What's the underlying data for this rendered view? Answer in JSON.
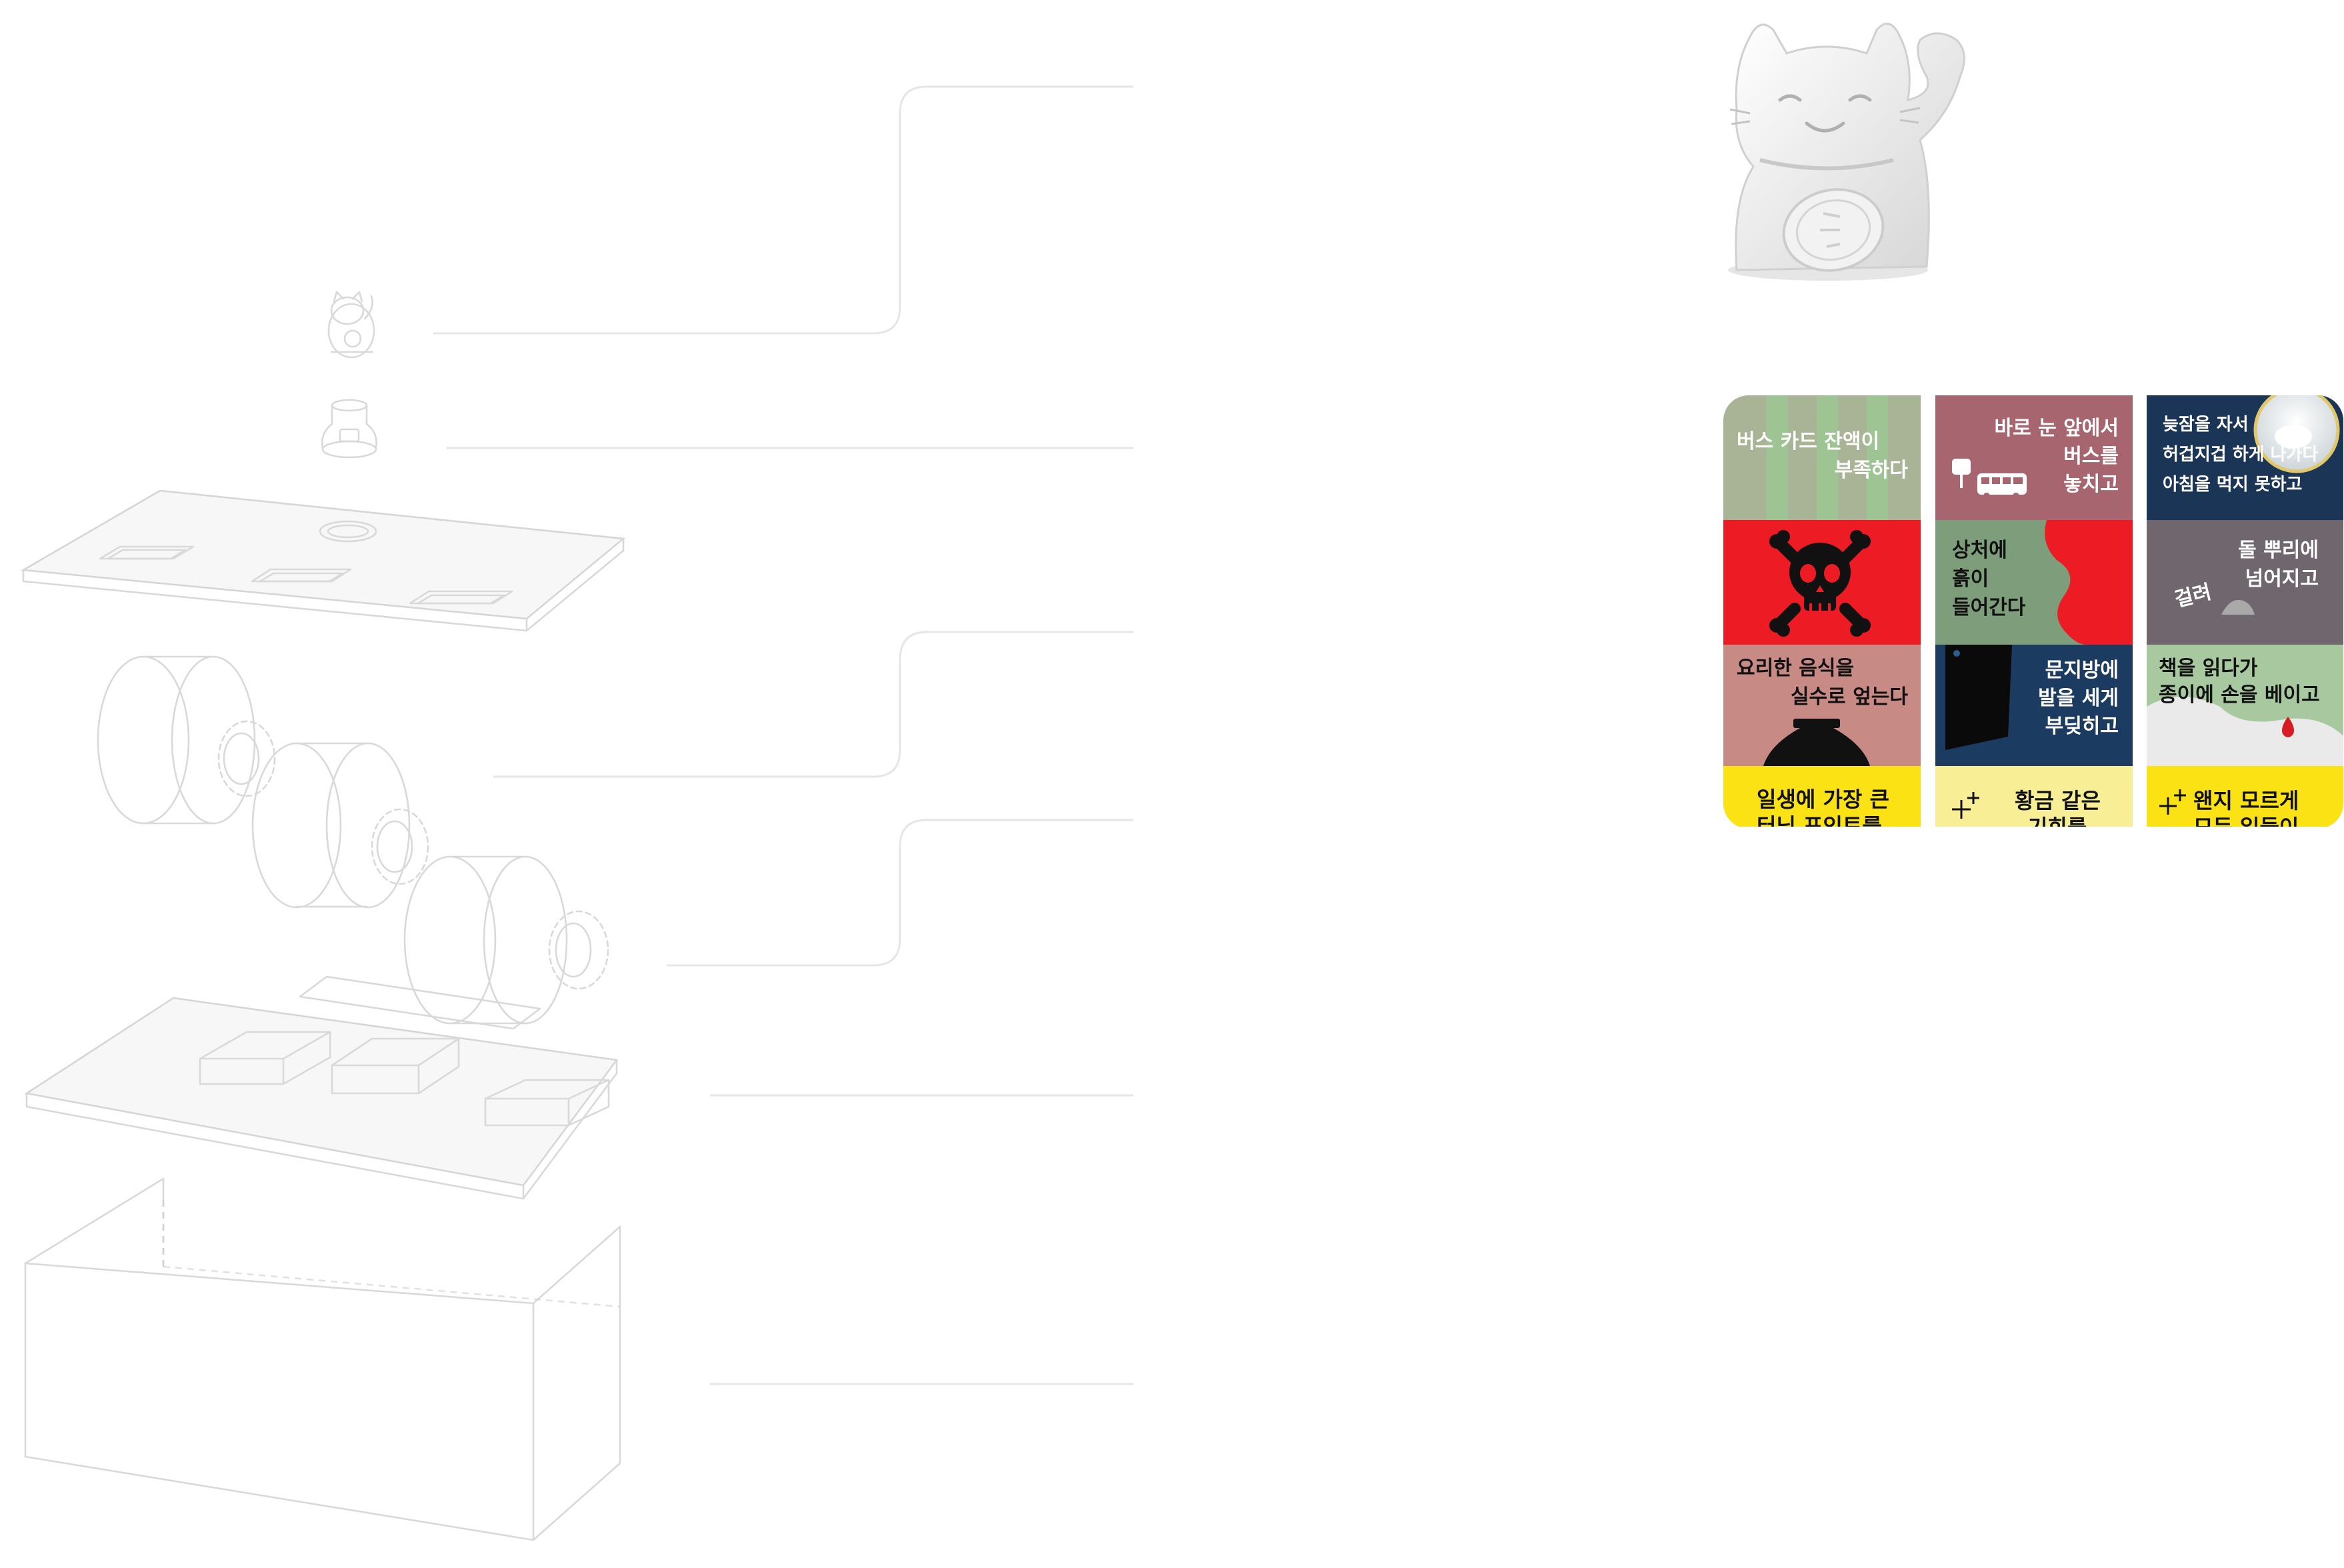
{
  "diagram": {
    "components": [
      {
        "id": "cat",
        "icon": "lucky-cat-icon"
      },
      {
        "id": "coupler",
        "icon": "coupler-icon"
      },
      {
        "id": "top_plate",
        "icon": "top-plate-icon"
      },
      {
        "id": "drums",
        "icon": "drum-icon"
      },
      {
        "id": "motor_board",
        "icon": "motor-board-icon"
      },
      {
        "id": "base_box",
        "icon": "base-box-icon"
      }
    ],
    "preview": {
      "icon": "lucky-cat-render-icon"
    }
  },
  "tiles": {
    "drum1": [
      {
        "text_lines": [
          "버스 카드 잔액이",
          "부족하다"
        ],
        "bg": "#a9b396",
        "stripes": "#9fc494",
        "color": "#ffffff"
      },
      {
        "icon": "skull-crossbones-icon",
        "bg": "#ed1c24"
      },
      {
        "text_lines": [
          "요리한 음식을",
          "실수로 엎는다"
        ],
        "bg": "#c78a85",
        "icon": "pot-icon",
        "color": "#111111"
      },
      {
        "text_lines": [
          "일생에 가장 큰",
          "터닝 포인트를"
        ],
        "bg": "#fbe214",
        "color": "#111111"
      }
    ],
    "drum2": [
      {
        "text_lines": [
          "바로 눈 앞에서",
          "버스를",
          "놓치고"
        ],
        "bg": "#a7656f",
        "icon": "bus-icon",
        "color": "#ffffff"
      },
      {
        "text_lines": [
          "상처에",
          "흙이",
          "들어간다"
        ],
        "bg": "#7e9e7b",
        "icon": "blood-splash-icon",
        "color": "#111111"
      },
      {
        "text_lines": [
          "문지방에",
          "발을 세게",
          "부딪히고"
        ],
        "bg": "#1c3b60",
        "icon": "door-icon",
        "color": "#ffffff"
      },
      {
        "text_lines": [
          "황금 같은",
          "기회를"
        ],
        "bg": "#f7ee96",
        "icon": "sparkle-icon",
        "color": "#111111"
      }
    ],
    "drum3": [
      {
        "text_lines": [
          "늦잠을 자서",
          "허겁지겁 하게 나가다",
          "아침을 먹지 못하고"
        ],
        "bg": "#1b3557",
        "icon": "rice-bowl-icon",
        "color": "#ffffff"
      },
      {
        "text_lines": [
          "돌 뿌리에",
          "넘어지고"
        ],
        "side_text": "걸려",
        "bg": "#6f666e",
        "icon": "stone-icon",
        "color": "#ffffff"
      },
      {
        "text_lines": [
          "책을 읽다가",
          "종이에 손을 베이고"
        ],
        "bg": "#a8c8a0",
        "icon": "blood-drop-icon",
        "color": "#111111"
      },
      {
        "text_lines": [
          "왠지 모르게",
          "모든 일들이"
        ],
        "bg": "#fbe214",
        "icon": "sparkle-icon",
        "color": "#111111"
      }
    ]
  }
}
